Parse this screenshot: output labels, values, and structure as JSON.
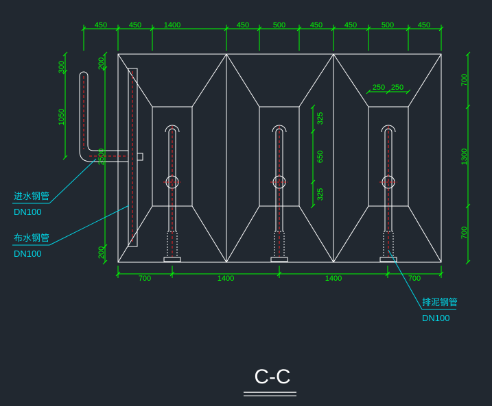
{
  "title": "C-C",
  "colors": {
    "background": "#212830",
    "outline": "#ffffff",
    "dimension": "#00ff00",
    "leader": "#00d8e8",
    "center_line": "#ff2020"
  },
  "dimensions": {
    "top": [
      "450",
      "450",
      "1400",
      "450",
      "500",
      "450",
      "450",
      "500",
      "450"
    ],
    "bottom": [
      "700",
      "1400",
      "1400",
      "700"
    ],
    "left_pipe": [
      "300",
      "1050"
    ],
    "left_wall": [
      "200",
      "2500",
      "200"
    ],
    "right": [
      "700",
      "1300",
      "700"
    ],
    "inner_vertical": [
      "325",
      "650",
      "325"
    ],
    "inner_top": [
      "250",
      "250"
    ]
  },
  "labels": {
    "inlet": {
      "name": "进水钢管",
      "spec": "DN100"
    },
    "distributor": {
      "name": "布水钢管",
      "spec": "DN100"
    },
    "sludge": {
      "name": "排泥钢管",
      "spec": "DN100"
    }
  }
}
